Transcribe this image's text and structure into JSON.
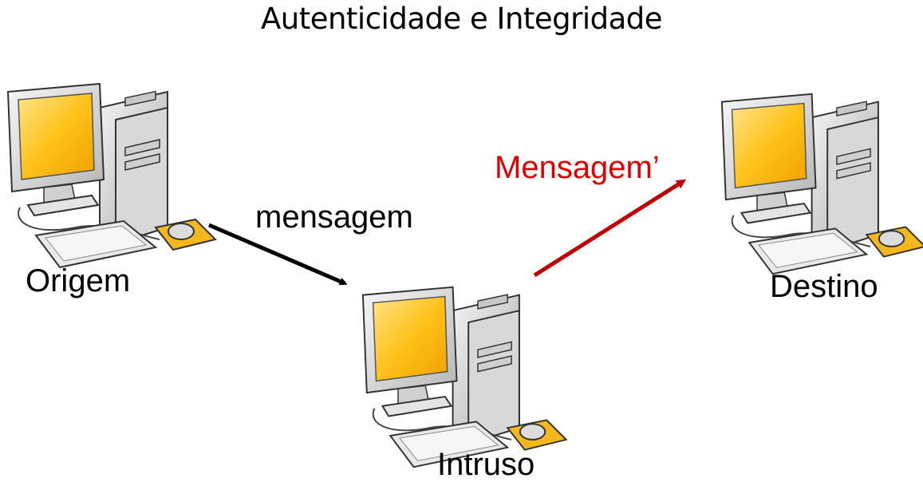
{
  "title": "Autenticidade e Integridade",
  "nodes": {
    "origem": "Origem",
    "destino": "Destino",
    "intruso": "Intruso"
  },
  "messages": {
    "original": "mensagem",
    "altered": "Mensagem’"
  },
  "colors": {
    "original_arrow": "#000000",
    "altered_arrow": "#C00000",
    "altered_text": "#E00000",
    "monitor_screen": "#FFC21A",
    "mouse_pad": "#F5B81C"
  }
}
